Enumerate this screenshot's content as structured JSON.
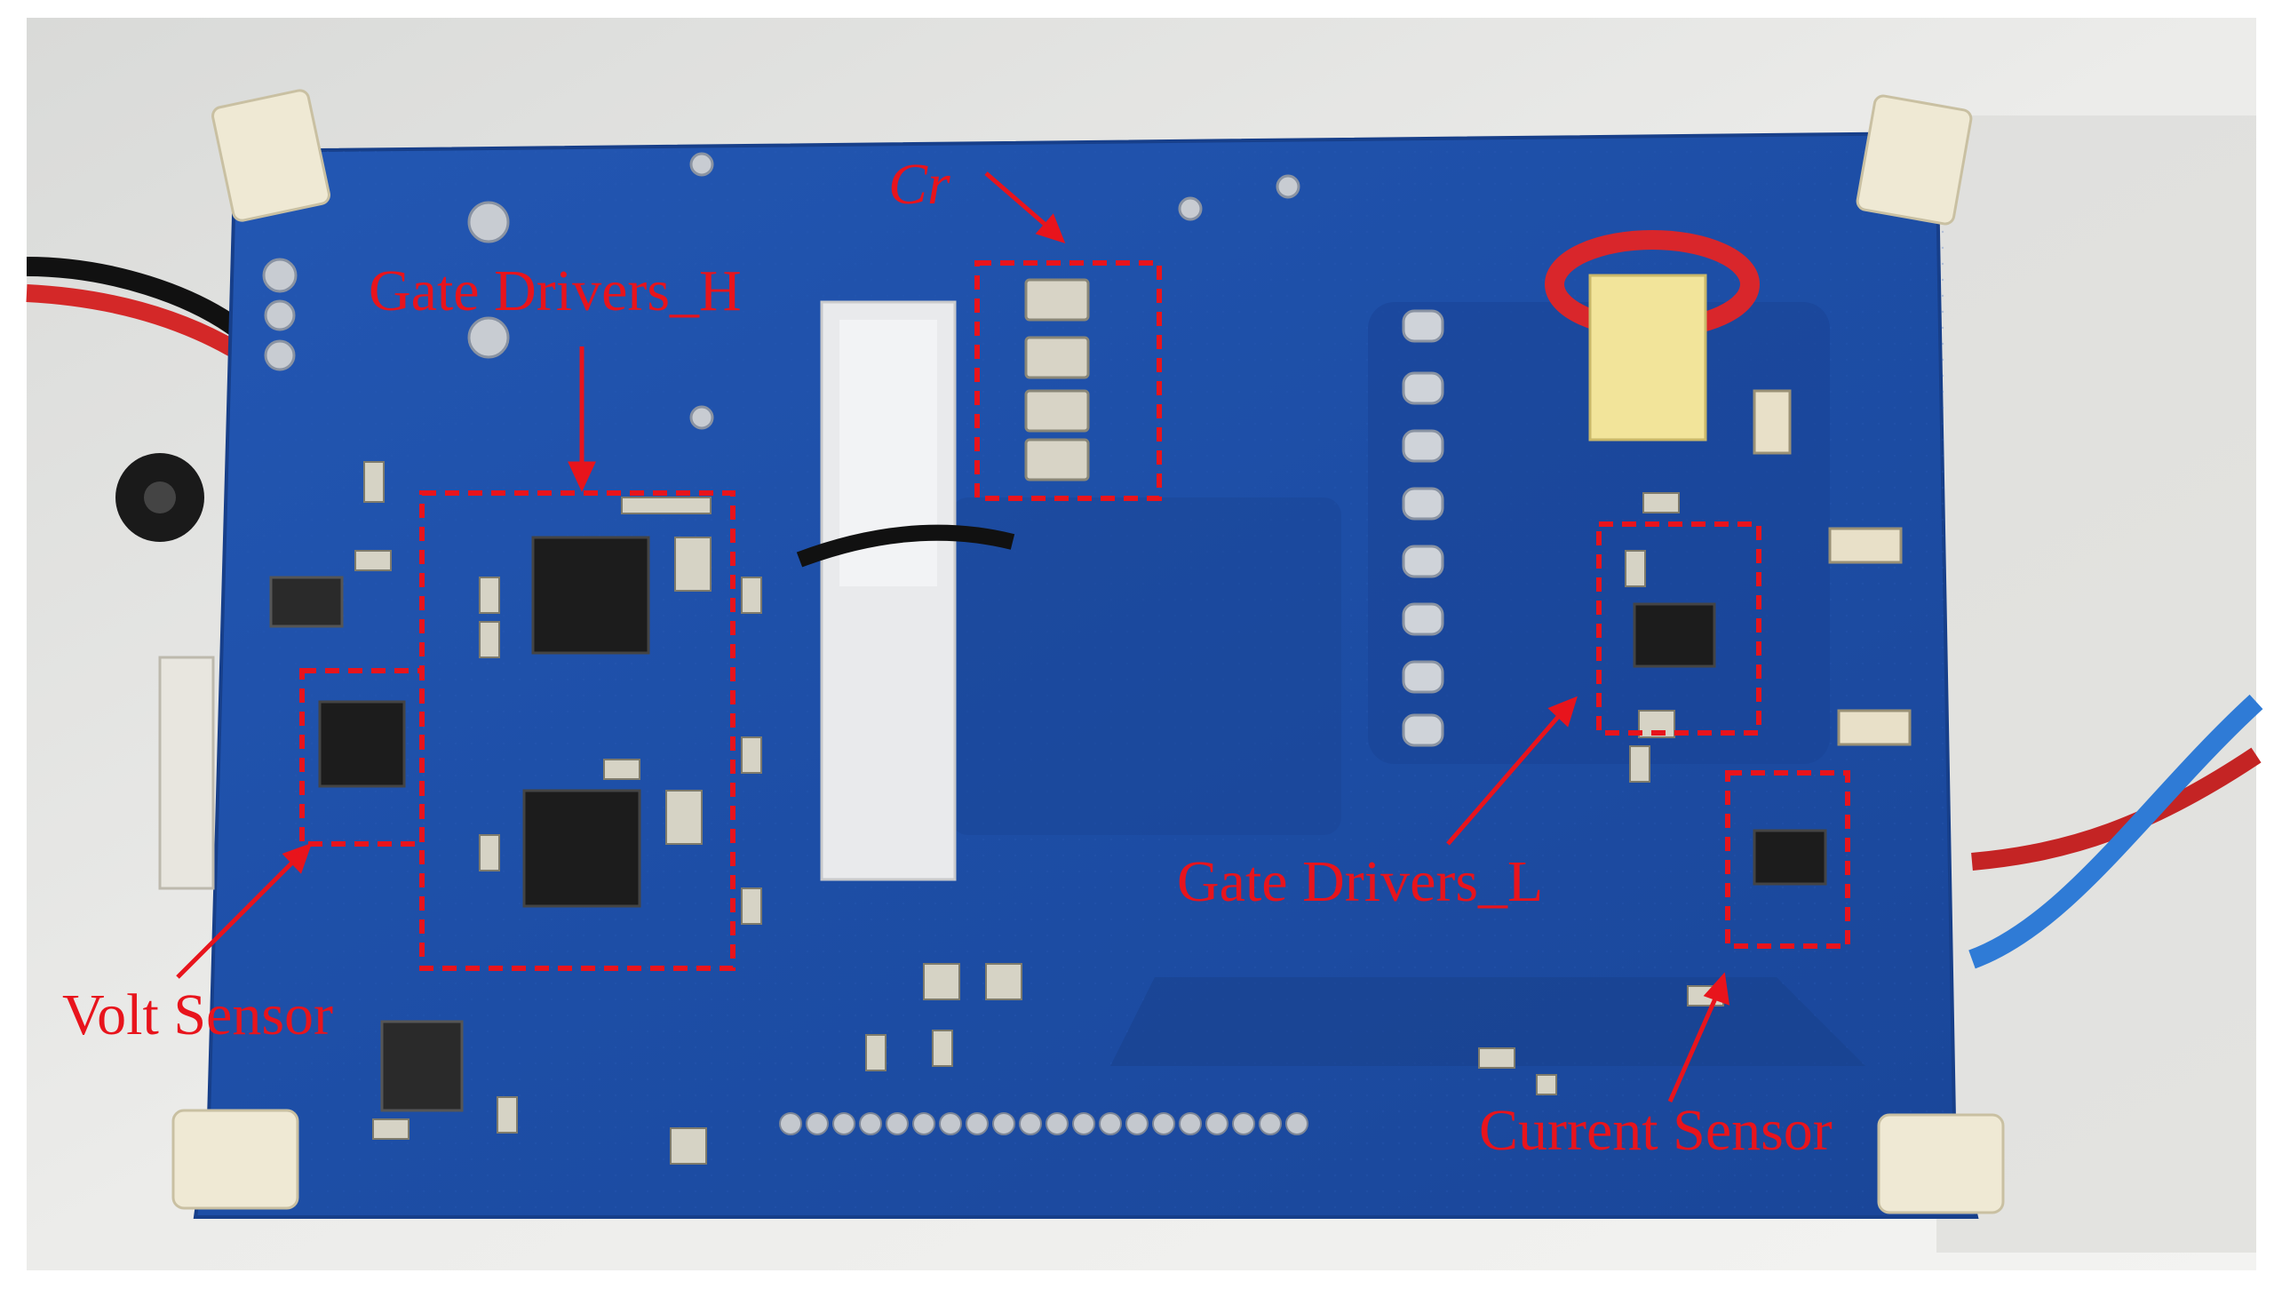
{
  "annotations": {
    "cr": "Cr",
    "gate_drivers_h": "Gate Drivers_H",
    "gate_drivers_l": "Gate Drivers_L",
    "volt_sensor": "Volt Sensor",
    "current_sensor": "Current Sensor"
  },
  "colors": {
    "pcb": "#1e4fa8",
    "annotation": "#e8141c",
    "background": "#e6e6e4"
  }
}
